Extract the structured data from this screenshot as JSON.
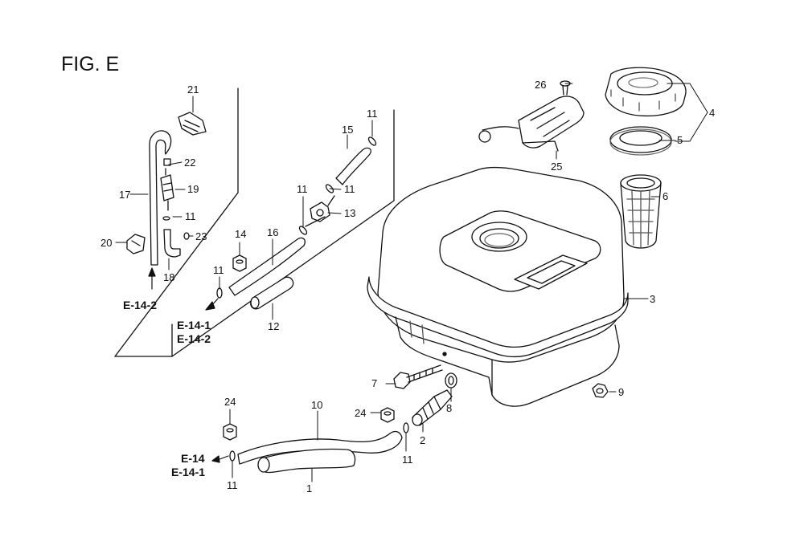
{
  "figure": {
    "title": "FIG. E"
  },
  "callouts": [
    {
      "id": "c1",
      "text": "1"
    },
    {
      "id": "c2",
      "text": "2"
    },
    {
      "id": "c3",
      "text": "3"
    },
    {
      "id": "c4",
      "text": "4"
    },
    {
      "id": "c5",
      "text": "5"
    },
    {
      "id": "c6",
      "text": "6"
    },
    {
      "id": "c7",
      "text": "7"
    },
    {
      "id": "c8",
      "text": "8"
    },
    {
      "id": "c9",
      "text": "9"
    },
    {
      "id": "c10",
      "text": "10"
    },
    {
      "id": "c11a",
      "text": "11"
    },
    {
      "id": "c11b",
      "text": "11"
    },
    {
      "id": "c11c",
      "text": "11"
    },
    {
      "id": "c11d",
      "text": "11"
    },
    {
      "id": "c11e",
      "text": "11"
    },
    {
      "id": "c11f",
      "text": "11"
    },
    {
      "id": "c11g",
      "text": "11"
    },
    {
      "id": "c12",
      "text": "12"
    },
    {
      "id": "c13",
      "text": "13"
    },
    {
      "id": "c14",
      "text": "14"
    },
    {
      "id": "c15",
      "text": "15"
    },
    {
      "id": "c16",
      "text": "16"
    },
    {
      "id": "c17",
      "text": "17"
    },
    {
      "id": "c18",
      "text": "18"
    },
    {
      "id": "c19",
      "text": "19"
    },
    {
      "id": "c20",
      "text": "20"
    },
    {
      "id": "c21",
      "text": "21"
    },
    {
      "id": "c22",
      "text": "22"
    },
    {
      "id": "c23",
      "text": "23"
    },
    {
      "id": "c24a",
      "text": "24"
    },
    {
      "id": "c24b",
      "text": "24"
    },
    {
      "id": "c25",
      "text": "25"
    },
    {
      "id": "c26",
      "text": "26"
    }
  ],
  "references": [
    {
      "id": "r1",
      "text": "E-14-2"
    },
    {
      "id": "r2",
      "text": "E-14-1"
    },
    {
      "id": "r3",
      "text": "E-14-2"
    },
    {
      "id": "r4",
      "text": "E-14"
    },
    {
      "id": "r5",
      "text": "E-14-1"
    }
  ],
  "colors": {
    "ink": "#111111",
    "paper": "#ffffff",
    "shade": "#d8d8d8"
  }
}
